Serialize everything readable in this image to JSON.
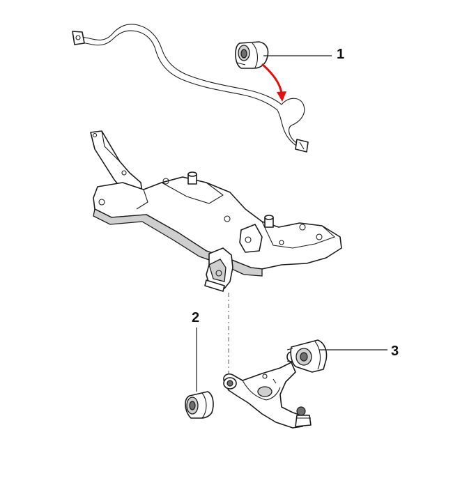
{
  "callouts": {
    "bushing_stabilizer": "1",
    "bushing_front": "2",
    "bushing_rear": "3"
  },
  "colors": {
    "install_arrow": "#e01010",
    "line_art": "#1a1a1a",
    "background": "#ffffff"
  }
}
